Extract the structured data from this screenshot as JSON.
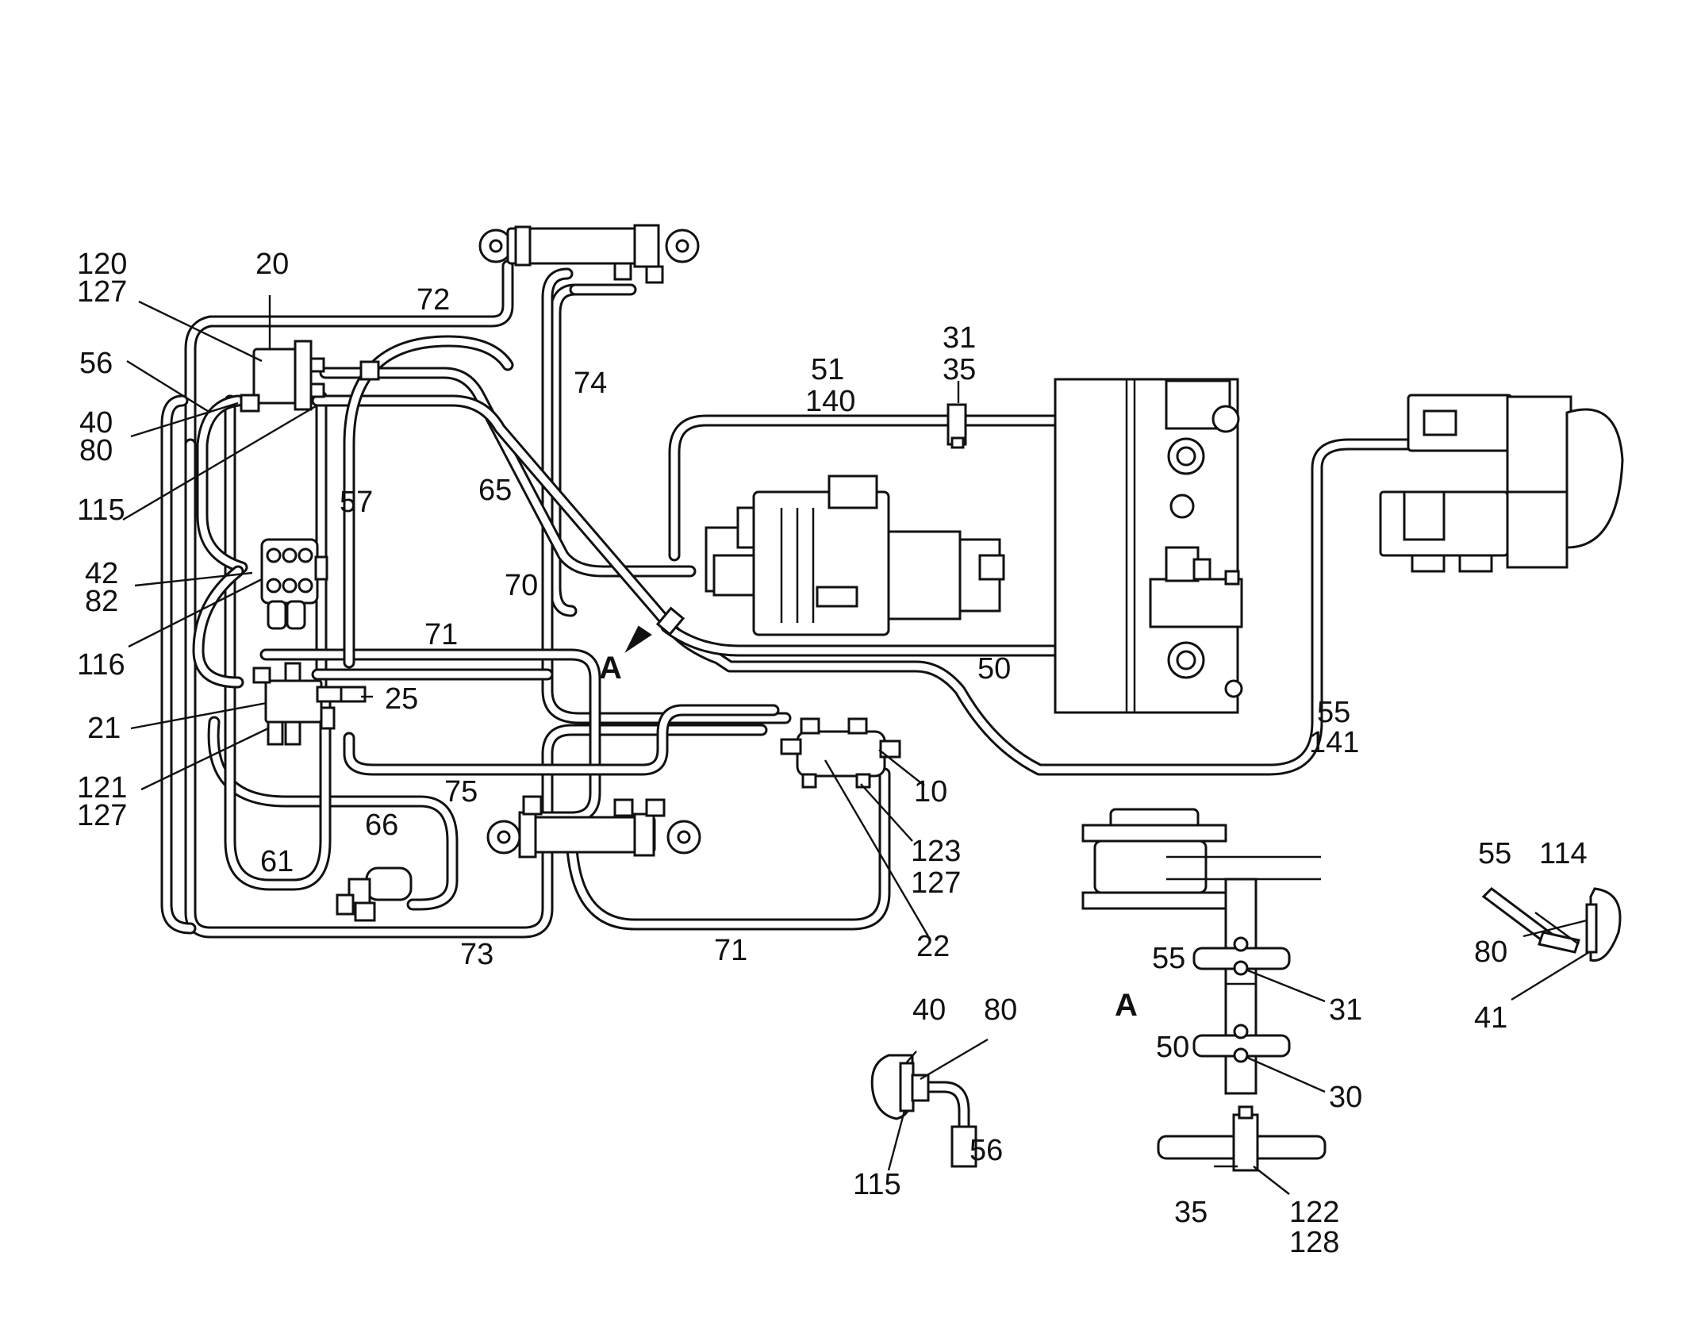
{
  "callouts": {
    "c120": "120",
    "c127a": "127",
    "c20": "20",
    "c56": "56",
    "c40": "40",
    "c80": "80",
    "c115": "115",
    "c42": "42",
    "c82": "82",
    "c116": "116",
    "c21": "21",
    "c121": "121",
    "c127b": "127",
    "c72": "72",
    "c74": "74",
    "c57": "57",
    "c65": "65",
    "c70": "70",
    "c71a": "71",
    "c25": "25",
    "c75": "75",
    "c66": "66",
    "c61": "61",
    "c73": "73",
    "c71b": "71",
    "c51": "51",
    "c140": "140",
    "c31": "31",
    "c35": "35",
    "c50": "50",
    "c55": "55",
    "c141": "141",
    "c10": "10",
    "c123": "123",
    "c127c": "127",
    "c22": "22"
  },
  "detail_labels": {
    "view_a": "A",
    "arrow_a": "A"
  },
  "detail_fitting": {
    "c40": "40",
    "c80": "80",
    "c115": "115",
    "c56": "56"
  },
  "detail_a": {
    "c55": "55",
    "c31": "31",
    "c50": "50",
    "c30": "30",
    "c35": "35",
    "c122": "122",
    "c128": "128"
  },
  "detail_pump_port": {
    "c55": "55",
    "c114": "114",
    "c80": "80",
    "c41": "41"
  }
}
